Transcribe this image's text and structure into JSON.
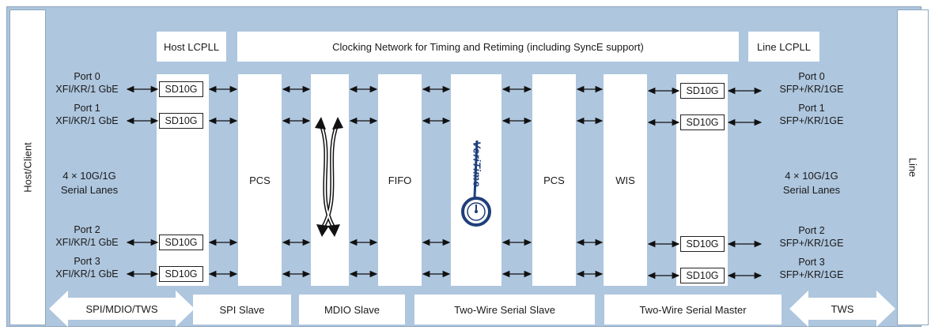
{
  "side_left": "Host/Client",
  "side_right": "Line",
  "top": {
    "host_lcpll": "Host LCPLL",
    "clocking": "Clocking Network for Timing and Retiming (including SyncE support)",
    "line_lcpll": "Line LCPLL"
  },
  "left_ports": [
    {
      "name": "Port 0",
      "type": "XFI/KR/1 GbE"
    },
    {
      "name": "Port 1",
      "type": "XFI/KR/1 GbE"
    },
    {
      "name": "Port 2",
      "type": "XFI/KR/1 GbE"
    },
    {
      "name": "Port 3",
      "type": "XFI/KR/1 GbE"
    }
  ],
  "right_ports": [
    {
      "name": "Port 0",
      "type": "SFP+/KR/1GE"
    },
    {
      "name": "Port 1",
      "type": "SFP+/KR/1GE"
    },
    {
      "name": "Port 2",
      "type": "SFP+/KR/1GE"
    },
    {
      "name": "Port 3",
      "type": "SFP+/KR/1GE"
    }
  ],
  "lanes_left": {
    "line1": "4 × 10G/1G",
    "line2": "Serial Lanes"
  },
  "lanes_right": {
    "line1": "4 × 10G/1G",
    "line2": "Serial Lanes"
  },
  "serdes_label": "SD10G",
  "blocks": {
    "pcs_host": "PCS",
    "fifo": "FIFO",
    "pcs_line": "PCS",
    "wis": "WIS"
  },
  "logo_text": "VeriTime",
  "bottom": {
    "spi_mdio_tws": "SPI/MDIO/TWS",
    "spi_slave": "SPI Slave",
    "mdio_slave": "MDIO Slave",
    "tw_slave": "Two-Wire Serial Slave",
    "tw_master": "Two-Wire Serial Master",
    "tws": "TWS"
  },
  "colors": {
    "background": "#aec6de",
    "block": "#ffffff",
    "logo": "#1f3f7a"
  }
}
